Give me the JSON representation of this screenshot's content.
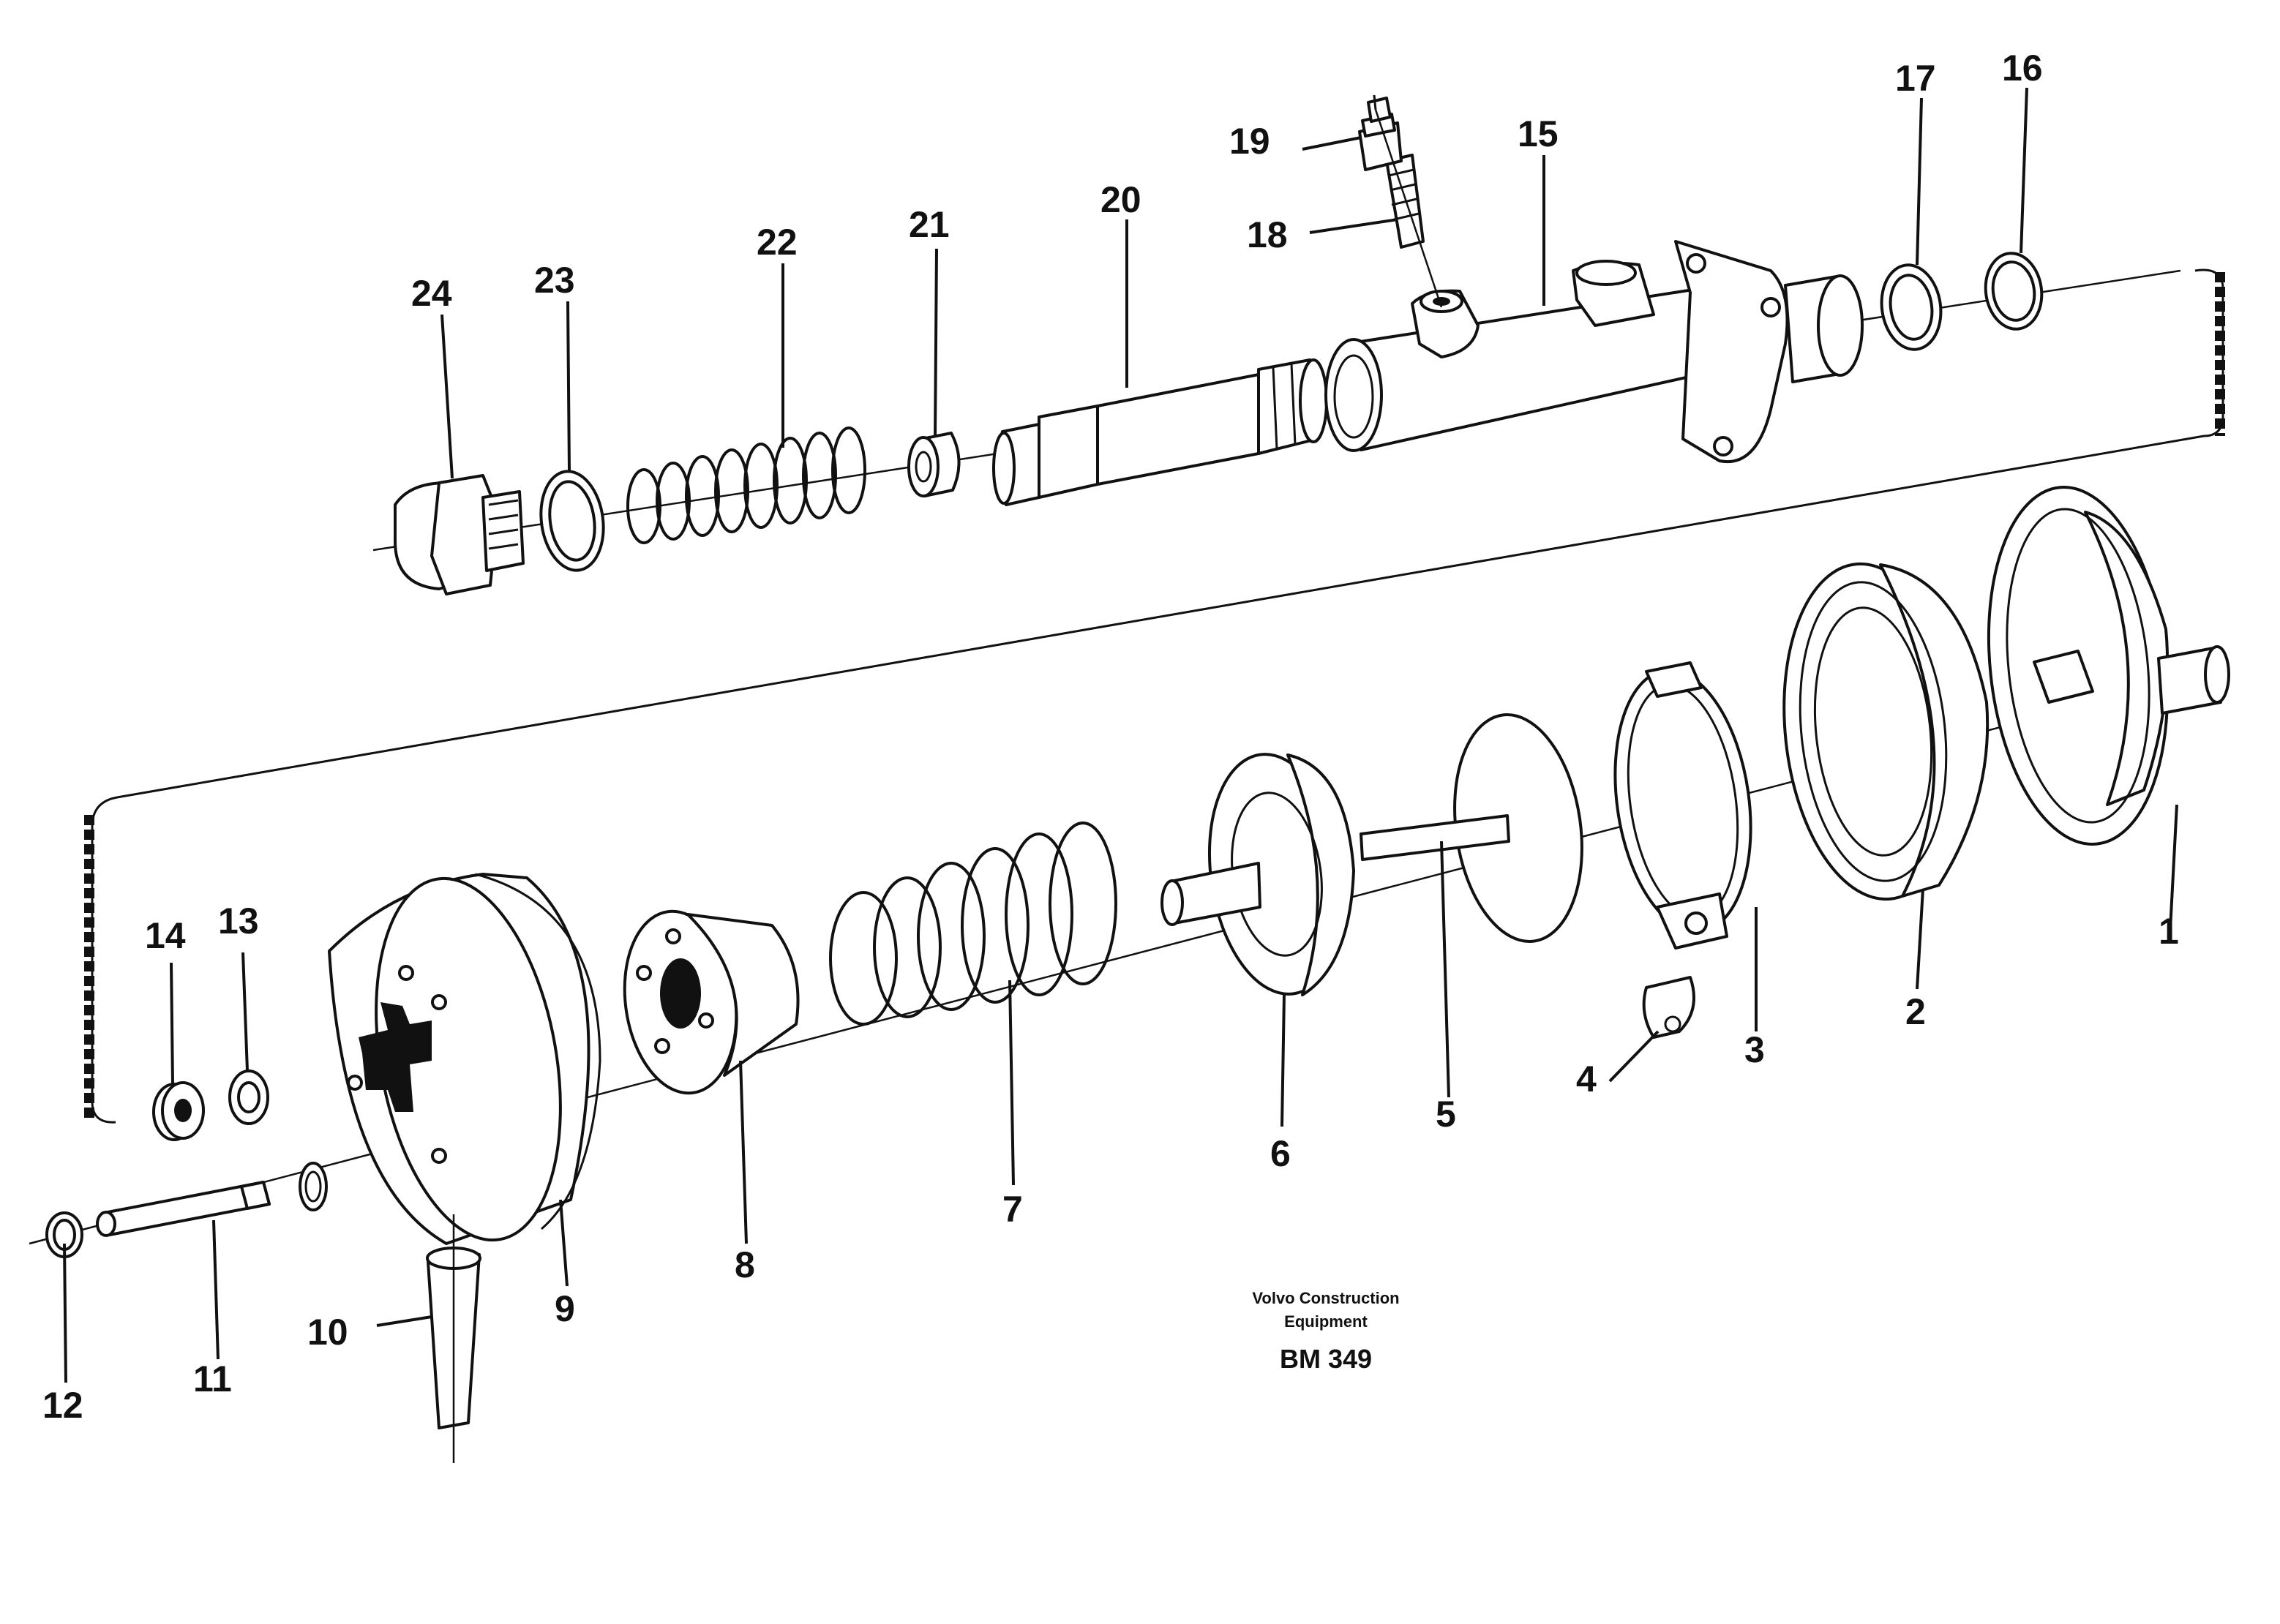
{
  "parts": [
    {
      "id": "1",
      "label": "1"
    },
    {
      "id": "2",
      "label": "2"
    },
    {
      "id": "3",
      "label": "3"
    },
    {
      "id": "4",
      "label": "4"
    },
    {
      "id": "5",
      "label": "5"
    },
    {
      "id": "6",
      "label": "6"
    },
    {
      "id": "7",
      "label": "7"
    },
    {
      "id": "8",
      "label": "8"
    },
    {
      "id": "9",
      "label": "9"
    },
    {
      "id": "10",
      "label": "10"
    },
    {
      "id": "11",
      "label": "11"
    },
    {
      "id": "12",
      "label": "12"
    },
    {
      "id": "13",
      "label": "13"
    },
    {
      "id": "14",
      "label": "14"
    },
    {
      "id": "15",
      "label": "15"
    },
    {
      "id": "16",
      "label": "16"
    },
    {
      "id": "17",
      "label": "17"
    },
    {
      "id": "18",
      "label": "18"
    },
    {
      "id": "19",
      "label": "19"
    },
    {
      "id": "20",
      "label": "20"
    },
    {
      "id": "21",
      "label": "21"
    },
    {
      "id": "22",
      "label": "22"
    },
    {
      "id": "23",
      "label": "23"
    },
    {
      "id": "24",
      "label": "24"
    }
  ],
  "caption": {
    "line1": "Volvo Construction",
    "line2": "Equipment",
    "code": "BM 349"
  }
}
